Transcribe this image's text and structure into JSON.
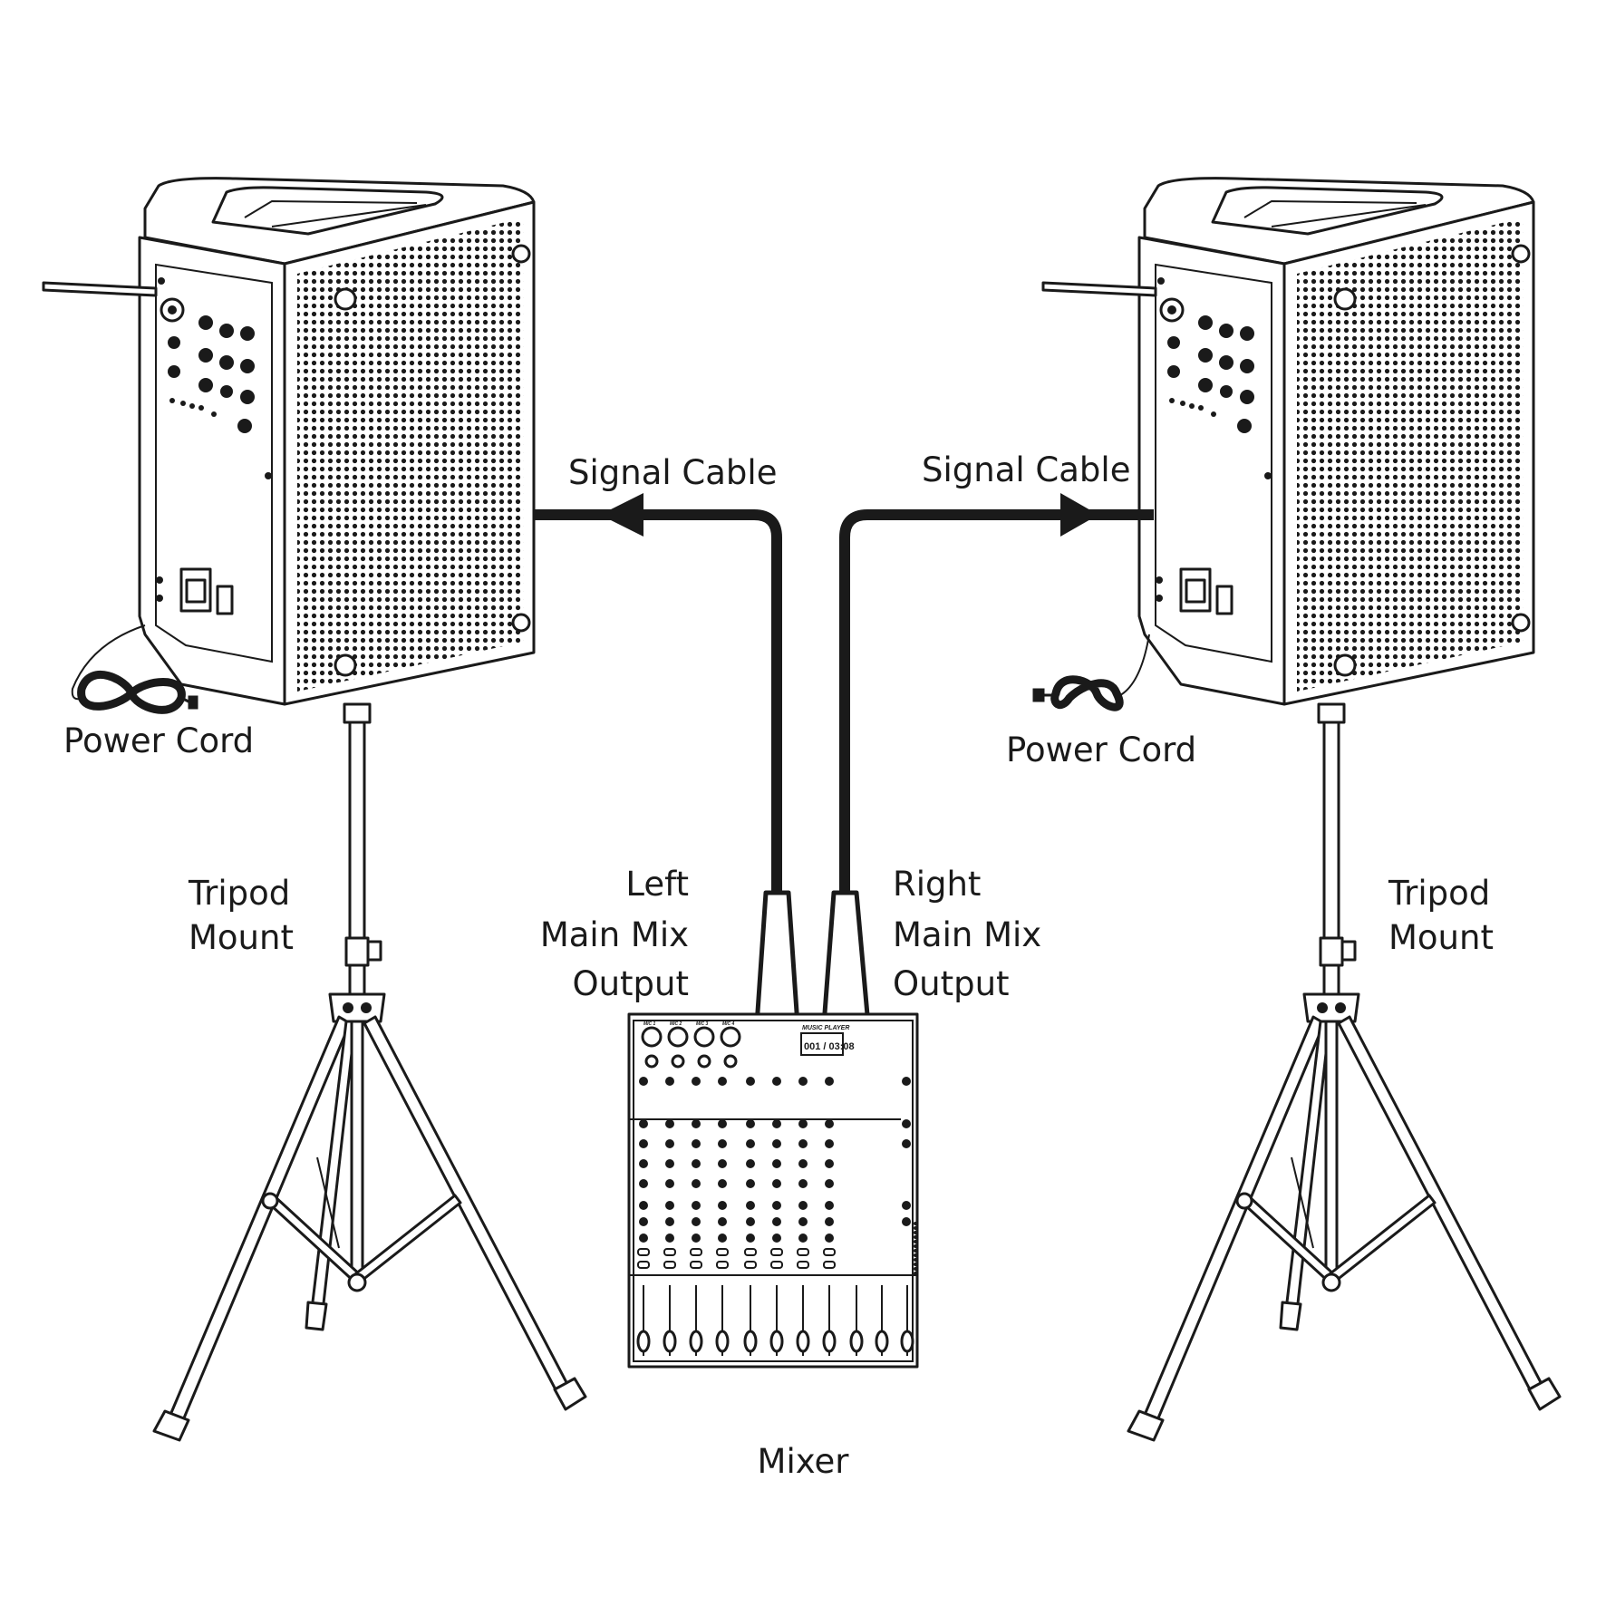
{
  "labels": {
    "signal_cable_left": "Signal Cable",
    "signal_cable_right": "Signal Cable",
    "power_cord_left": "Power Cord",
    "power_cord_right": "Power Cord",
    "tripod_left": [
      "Tripod",
      "Mount"
    ],
    "tripod_right": [
      "Tripod",
      "Mount"
    ],
    "left_output": [
      "Left",
      "Main Mix",
      "Output"
    ],
    "right_output": [
      "Right",
      "Main Mix",
      "Output"
    ],
    "mixer": "Mixer"
  },
  "mixer_panel": {
    "music_player_title": "MUSIC PLAYER",
    "display_readout": "001 / 03:08",
    "mic_channels": [
      "MIC 1",
      "MIC 2",
      "MIC 3",
      "MIC 4"
    ]
  },
  "colors": {
    "ink": "#1a1a1a",
    "background": "#ffffff"
  }
}
